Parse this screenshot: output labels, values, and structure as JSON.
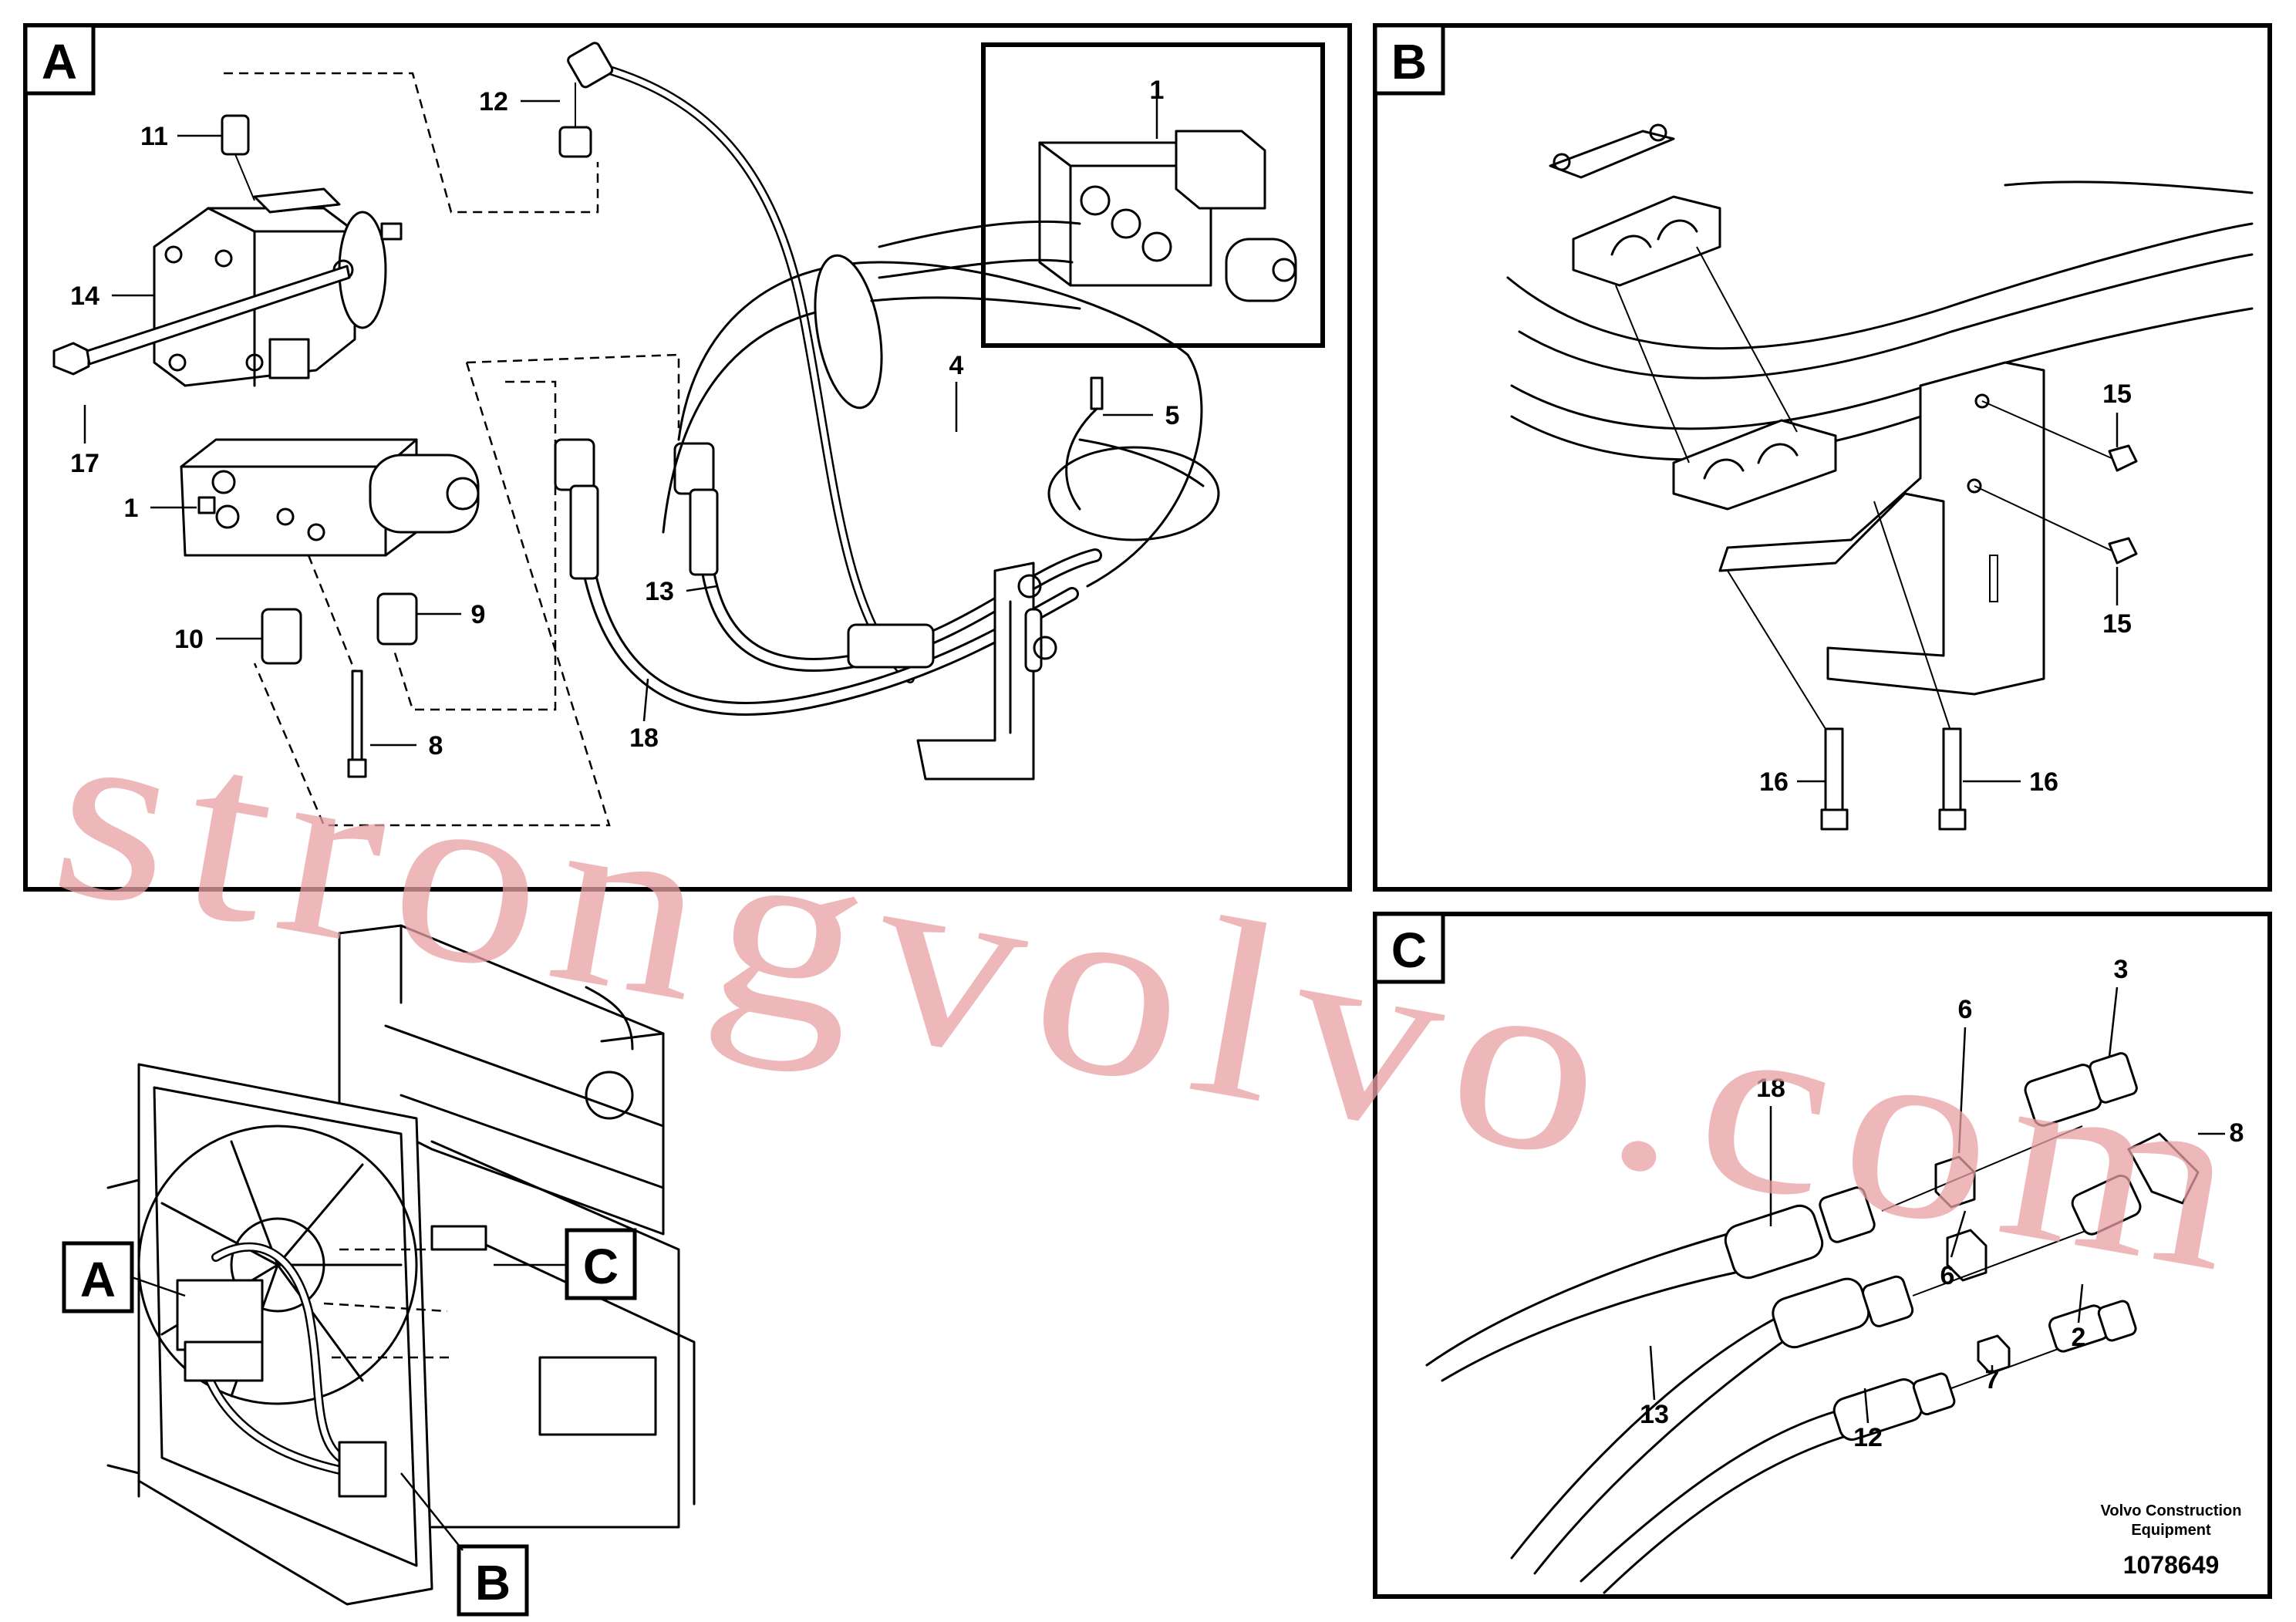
{
  "panels": [
    {
      "letter": "A",
      "key": "panel-a"
    },
    {
      "letter": "B",
      "key": "panel-b"
    },
    {
      "letter": "C",
      "key": "panel-c"
    }
  ],
  "overview_labels": [
    "A",
    "B",
    "C"
  ],
  "callouts_a": [
    "1",
    "11",
    "12",
    "14",
    "17",
    "1",
    "10",
    "9",
    "8",
    "13",
    "18",
    "4",
    "5"
  ],
  "callouts_b": [
    "15",
    "15",
    "16",
    "16"
  ],
  "callouts_c": [
    "3",
    "6",
    "18",
    "8",
    "6",
    "2",
    "7",
    "13",
    "12"
  ],
  "brand": {
    "line1": "Volvo Construction",
    "line2": "Equipment"
  },
  "doc_number": "1078649",
  "watermark": "strongvolvo.com"
}
